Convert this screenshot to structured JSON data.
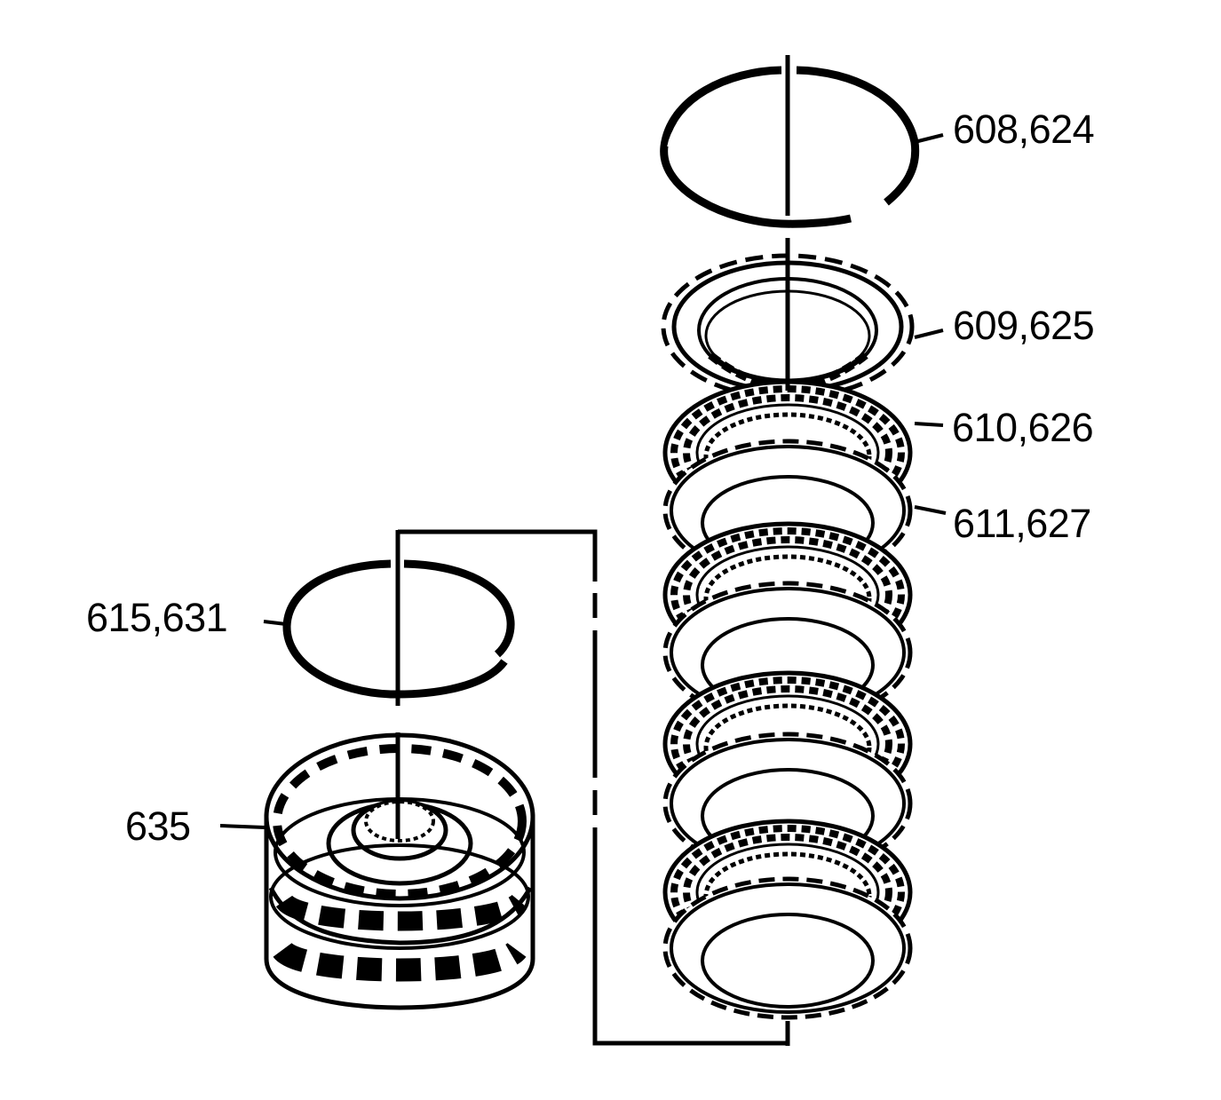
{
  "diagram": {
    "type": "exploded-parts-view",
    "subject": "clutch pack assembly",
    "line_color": "#000000",
    "background_color": "#ffffff"
  },
  "callouts": [
    {
      "id": "snap-ring-large",
      "label": "608,624"
    },
    {
      "id": "backing-plate",
      "label": "609,625"
    },
    {
      "id": "friction-plate",
      "label": "610,626"
    },
    {
      "id": "steel-plate",
      "label": "611,627"
    },
    {
      "id": "snap-ring-small",
      "label": "615,631"
    },
    {
      "id": "clutch-hub",
      "label": "635"
    }
  ]
}
